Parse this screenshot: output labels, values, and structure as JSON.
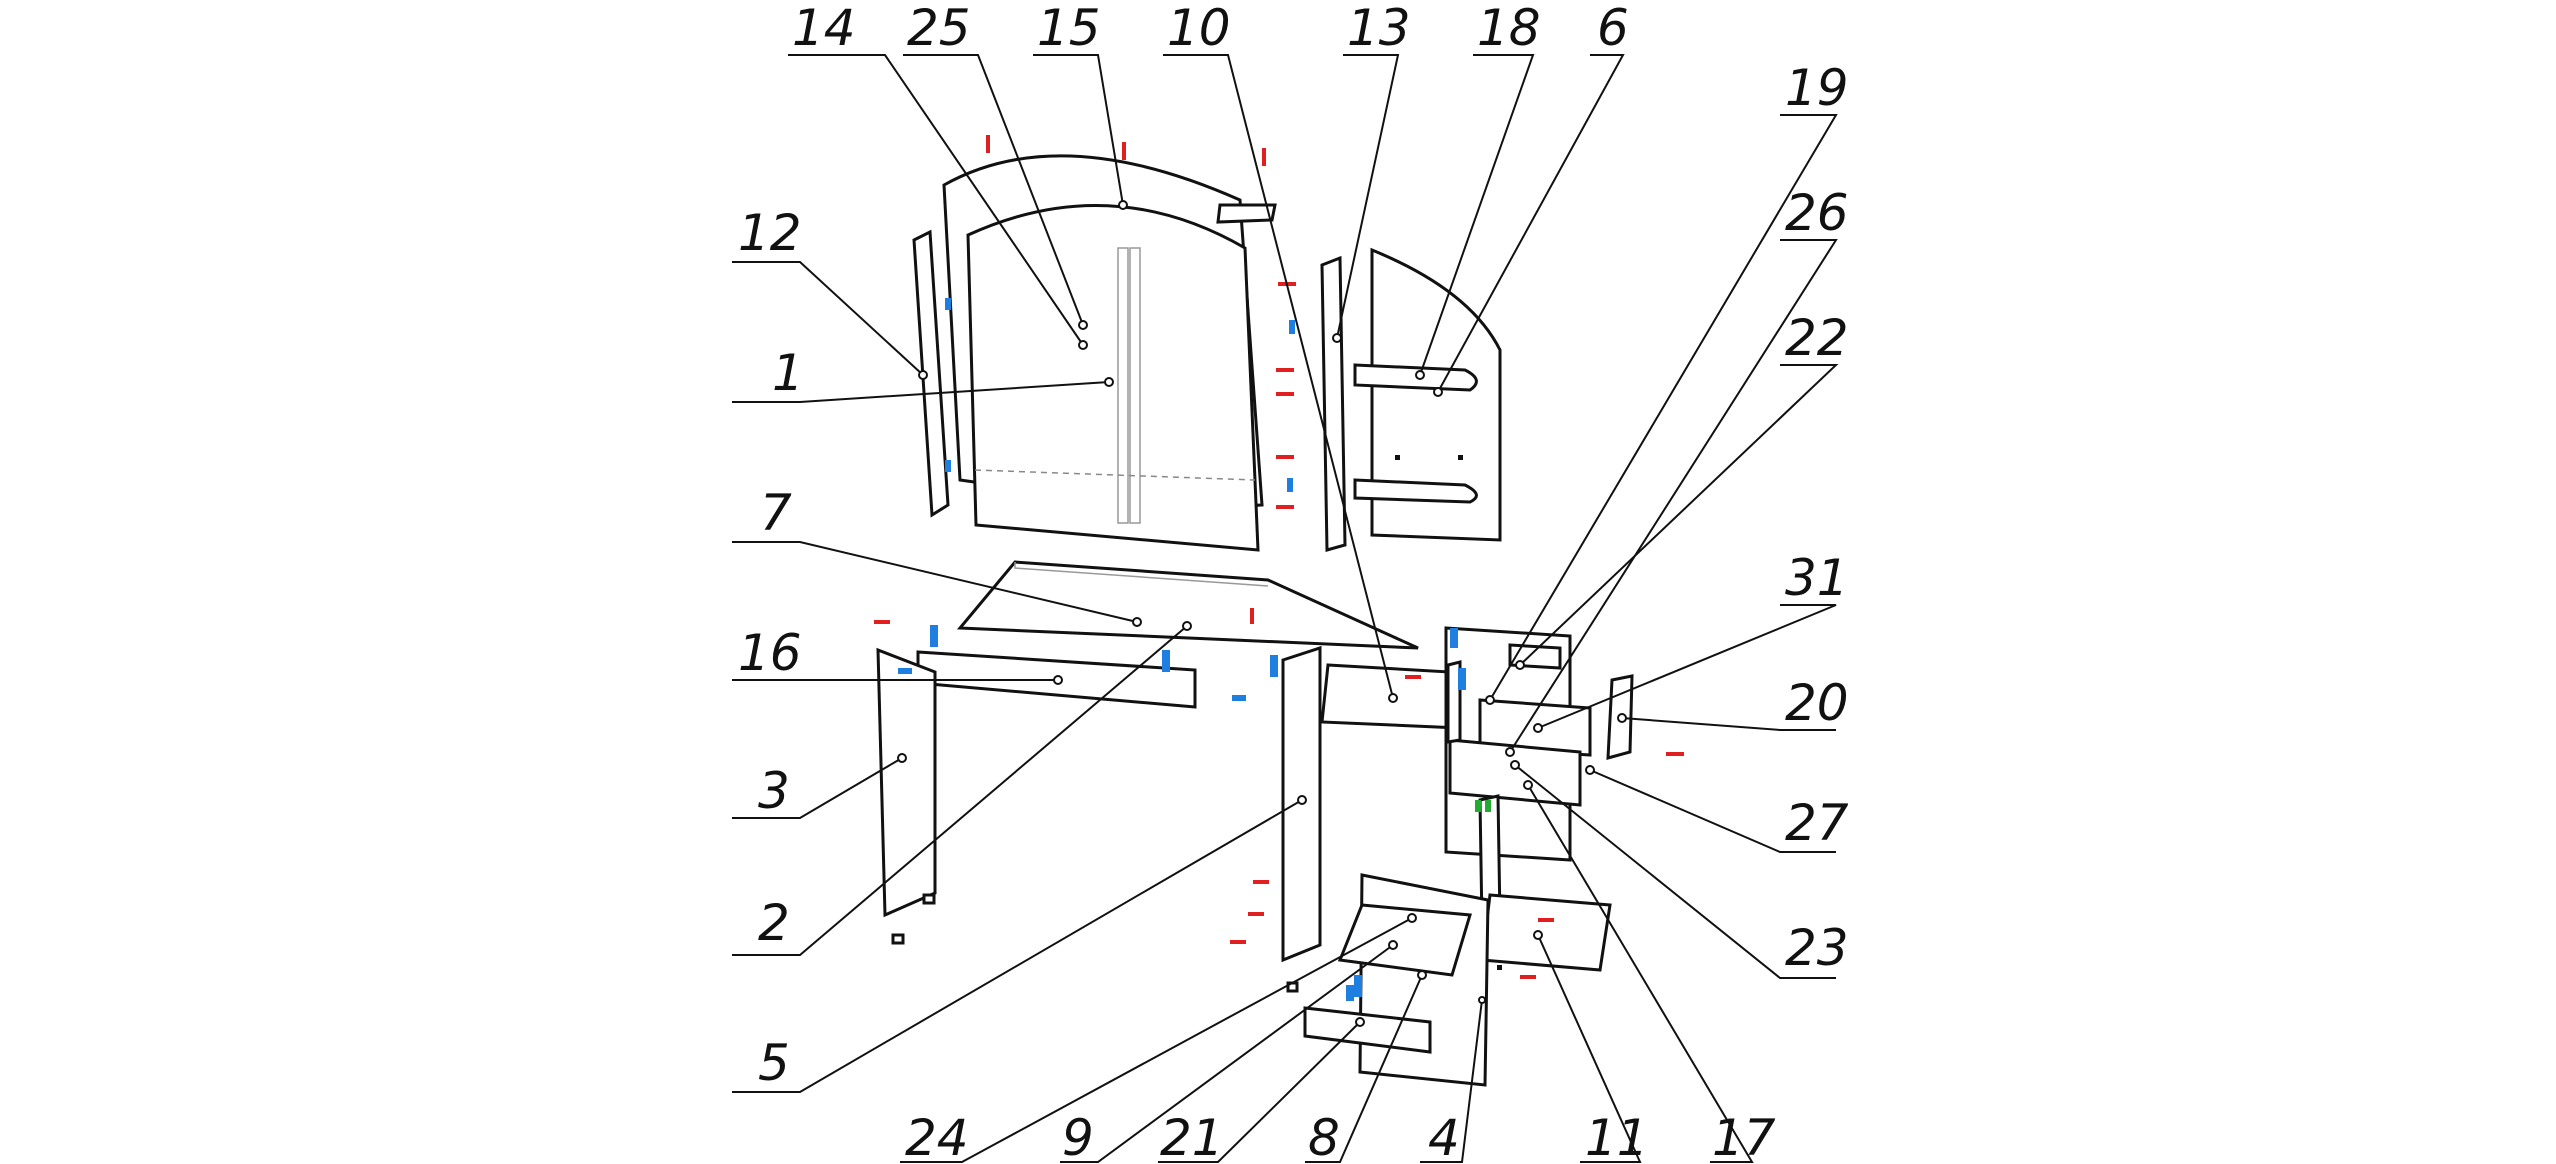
{
  "diagram": {
    "callouts": [
      {
        "id": "c14",
        "label": "14"
      },
      {
        "id": "c25",
        "label": "25"
      },
      {
        "id": "c15",
        "label": "15"
      },
      {
        "id": "c10",
        "label": "10"
      },
      {
        "id": "c13",
        "label": "13"
      },
      {
        "id": "c18",
        "label": "18"
      },
      {
        "id": "c6",
        "label": "6"
      },
      {
        "id": "c19",
        "label": "19"
      },
      {
        "id": "c26",
        "label": "26"
      },
      {
        "id": "c22",
        "label": "22"
      },
      {
        "id": "c12",
        "label": "12"
      },
      {
        "id": "c1",
        "label": "1"
      },
      {
        "id": "c7",
        "label": "7"
      },
      {
        "id": "c16",
        "label": "16"
      },
      {
        "id": "c3",
        "label": "3"
      },
      {
        "id": "c2",
        "label": "2"
      },
      {
        "id": "c5",
        "label": "5"
      },
      {
        "id": "c31",
        "label": "31"
      },
      {
        "id": "c20",
        "label": "20"
      },
      {
        "id": "c27",
        "label": "27"
      },
      {
        "id": "c23",
        "label": "23"
      },
      {
        "id": "c24",
        "label": "24"
      },
      {
        "id": "c9",
        "label": "9"
      },
      {
        "id": "c21",
        "label": "21"
      },
      {
        "id": "c8",
        "label": "8"
      },
      {
        "id": "c4",
        "label": "4"
      },
      {
        "id": "c11",
        "label": "11"
      },
      {
        "id": "c17",
        "label": "17"
      }
    ],
    "colors": {
      "line": "#111111",
      "screw_red": "#e02020",
      "fitting_blue": "#1f7fe0",
      "fitting_green": "#22aa33",
      "background": "#ffffff"
    }
  }
}
